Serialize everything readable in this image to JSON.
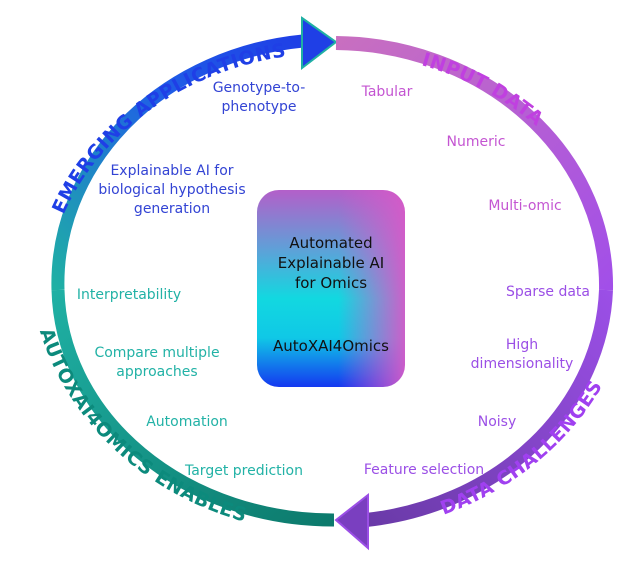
{
  "center": {
    "title_lines": [
      "Automated",
      "Explainable AI",
      "for Omics"
    ],
    "name": "AutoXAI4Omics"
  },
  "sections": {
    "emerging_applications": {
      "heading": "EMERGING APPLICATIONS",
      "items": [
        [
          "Genotype-to-",
          "phenotype"
        ],
        [
          "Explainable AI for",
          "biological hypothesis",
          "generation"
        ]
      ]
    },
    "input_data": {
      "heading": "INPUT DATA",
      "items": [
        "Tabular",
        "Numeric",
        "Multi-omic"
      ]
    },
    "data_challenges": {
      "heading": "DATA CHALLENGES",
      "items": [
        "Sparse data",
        [
          "High",
          "dimensionality"
        ],
        "Noisy",
        "Feature selection"
      ]
    },
    "enables": {
      "heading": "AUTOXAI4OMICS ENABLES",
      "items": [
        "Interpretability",
        [
          "Compare multiple",
          "approaches"
        ],
        "Automation",
        "Target prediction"
      ]
    }
  },
  "colors": {
    "blue": "#1f3fe6",
    "teal": "#1fb0a4",
    "dark_teal": "#0c7a6c",
    "pink": "#c455d2",
    "purple": "#9b4fe6",
    "dark_purple": "#6a3aa8"
  }
}
